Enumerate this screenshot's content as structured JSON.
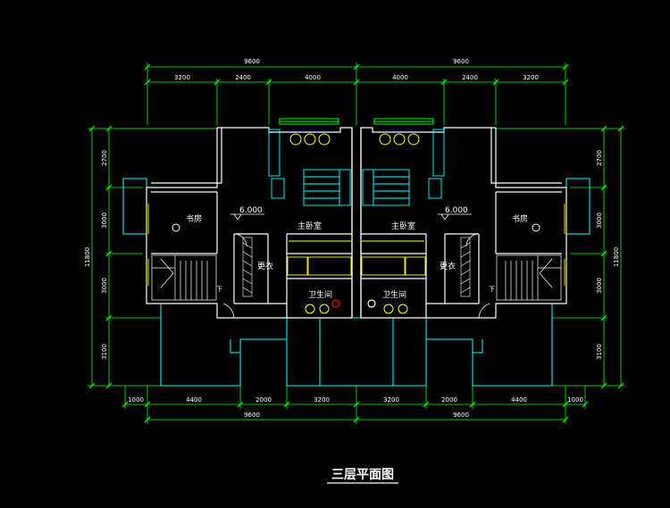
{
  "title": "三层平面图",
  "colors": {
    "background": "#000000",
    "dimension": "#00ff00",
    "wall": "#ffffff",
    "outline": "#00ffff",
    "fixture": "#ffff00",
    "accent": "#ff0000",
    "window": "#00ff00"
  },
  "dims": {
    "top_total_left": "9600",
    "top_total_right": "9600",
    "top_segments": [
      "3200",
      "2400",
      "4000",
      "4000",
      "2400",
      "3200"
    ],
    "bottom_segments": [
      "1000",
      "4400",
      "2000",
      "3200",
      "3200",
      "2000",
      "4400",
      "1000"
    ],
    "bottom_total_left": "9600",
    "bottom_total_right": "9600",
    "left_total": "11800",
    "left_segments": [
      "2700",
      "3000",
      "3000",
      "3100"
    ],
    "right_total": "11800",
    "right_segments": [
      "2700",
      "3000",
      "3000",
      "3100"
    ]
  },
  "rooms": {
    "study_left": "书房",
    "study_right": "书房",
    "master_left": "主卧室",
    "master_right": "主卧室",
    "closet_left": "更衣",
    "closet_right": "更衣",
    "bath_left": "卫生间",
    "bath_right": "卫生间"
  },
  "levels": {
    "left": "6.000",
    "right": "6.000"
  },
  "stair_labels": {
    "left": "下",
    "right": "下"
  }
}
